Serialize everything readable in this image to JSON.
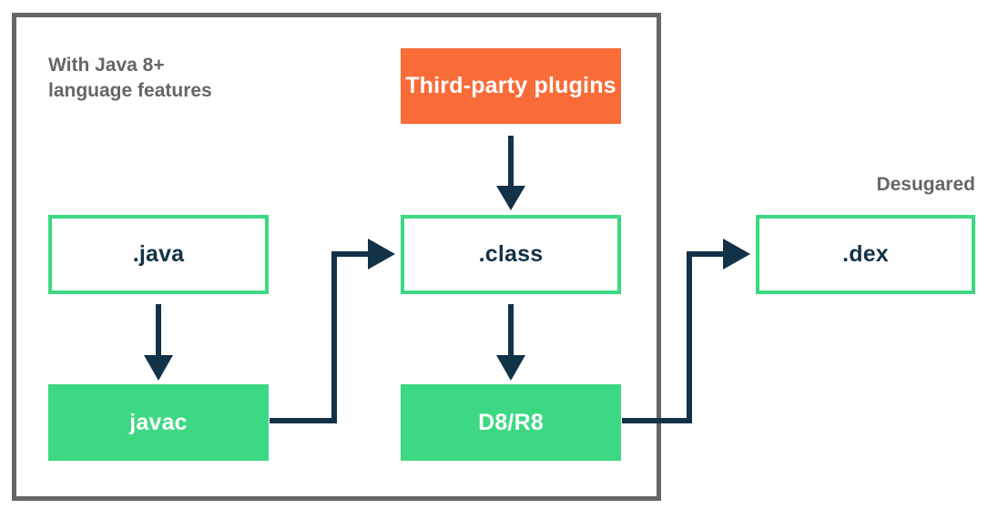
{
  "diagram": {
    "title_label": "With Java 8+\nlanguage features",
    "side_label": "Desugared",
    "colors": {
      "green": "#3DD883",
      "orange": "#F96C38",
      "navy": "#123247",
      "gray": "#666666",
      "white": "#FFFFFF"
    },
    "nodes": {
      "java": {
        "label": ".java",
        "style": "outline-green"
      },
      "javac": {
        "label": "javac",
        "style": "filled-green"
      },
      "plugins": {
        "label": "Third-party plugins",
        "style": "filled-orange"
      },
      "class": {
        "label": ".class",
        "style": "outline-green"
      },
      "d8r8": {
        "label": "D8/R8",
        "style": "filled-green"
      },
      "dex": {
        "label": ".dex",
        "style": "outline-green"
      }
    },
    "edges": [
      {
        "from": "plugins",
        "to": "class",
        "shape": "straight-down"
      },
      {
        "from": "java",
        "to": "javac",
        "shape": "straight-down"
      },
      {
        "from": "class",
        "to": "d8r8",
        "shape": "straight-down"
      },
      {
        "from": "javac",
        "to": "class",
        "shape": "elbow-right-up"
      },
      {
        "from": "d8r8",
        "to": "dex",
        "shape": "elbow-right-up"
      }
    ]
  }
}
